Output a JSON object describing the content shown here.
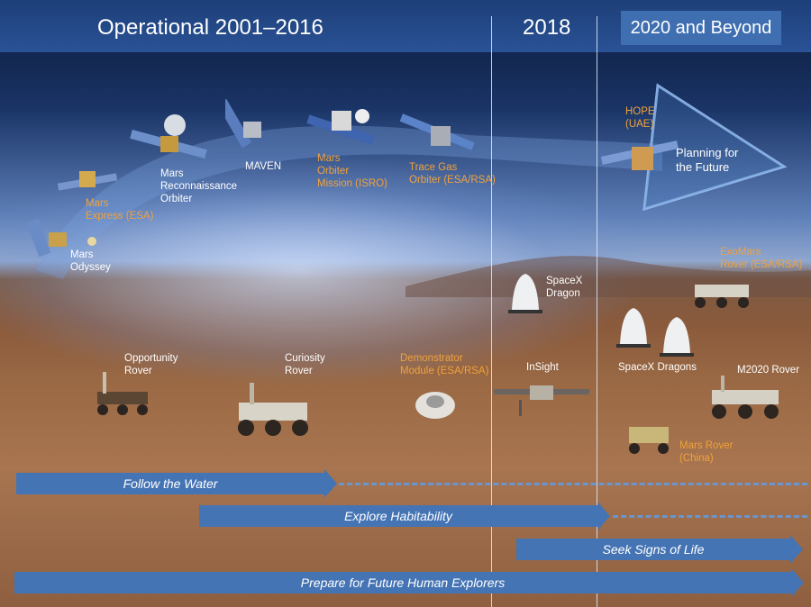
{
  "header": {
    "period1": "Operational 2001–2016",
    "period2": "2018",
    "period3": "2020 and Beyond"
  },
  "orbiters": [
    {
      "line1": "Mars",
      "line2": "Odyssey",
      "line3": ""
    },
    {
      "line1": "Mars",
      "line2": "Express (ESA)",
      "line3": ""
    },
    {
      "line1": "Mars",
      "line2": "Reconnaissance",
      "line3": "Orbiter"
    },
    {
      "line1": "MAVEN",
      "line2": "",
      "line3": ""
    },
    {
      "line1": "Mars",
      "line2": "Orbiter",
      "line3": "Mission (ISRO)"
    },
    {
      "line1": "Trace Gas",
      "line2": "Orbiter (ESA/RSA)",
      "line3": ""
    },
    {
      "line1": "HOPE",
      "line2": "(UAE)",
      "line3": ""
    }
  ],
  "planning": {
    "line1": "Planning for",
    "line2": "the Future"
  },
  "surface": {
    "opportunity": {
      "line1": "Opportunity",
      "line2": "Rover"
    },
    "curiosity": {
      "line1": "Curiosity",
      "line2": "Rover"
    },
    "demonstrator": {
      "line1": "Demonstrator",
      "line2": "Module (ESA/RSA)"
    },
    "insight": "InSight",
    "dragon": {
      "line1": "SpaceX",
      "line2": "Dragon"
    },
    "exomars": {
      "line1": "ExoMars",
      "line2": "Rover (ESA/RSA)"
    },
    "dragons": "SpaceX Dragons",
    "m2020": "M2020 Rover",
    "china": {
      "line1": "Mars Rover",
      "line2": "(China)"
    }
  },
  "goals": [
    "Follow the Water",
    "Explore Habitability",
    "Seek Signs of Life",
    "Prepare for Future Human Explorers"
  ],
  "colors": {
    "header": "#2a5296",
    "arrow": "#4574b4",
    "orange_label": "#f0a23c"
  }
}
